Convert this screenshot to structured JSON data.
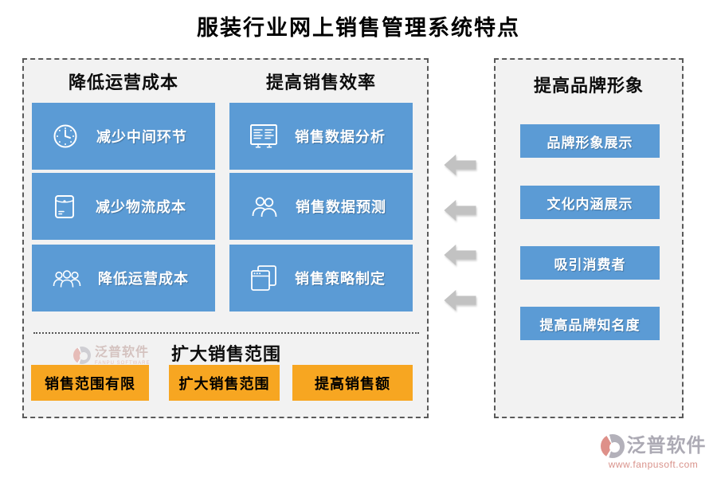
{
  "title": "服装行业网上销售管理系统特点",
  "left_panel": {
    "columns": [
      {
        "header": "降低运营成本",
        "items": [
          {
            "icon": "clock-icon",
            "label": "减少中间环节"
          },
          {
            "icon": "package-icon",
            "label": "减少物流成本"
          },
          {
            "icon": "people-group-icon",
            "label": "降低运营成本"
          }
        ]
      },
      {
        "header": "提高销售效率",
        "items": [
          {
            "icon": "chart-board-icon",
            "label": "销售数据分析"
          },
          {
            "icon": "two-users-icon",
            "label": "销售数据预测"
          },
          {
            "icon": "stacked-windows-icon",
            "label": "销售策略制定"
          }
        ]
      }
    ],
    "expand_section": {
      "header": "扩大销售范围",
      "items": [
        {
          "label": "销售范围有限"
        },
        {
          "label": "扩大销售范围"
        },
        {
          "label": "提高销售额"
        }
      ]
    }
  },
  "right_panel": {
    "header": "提高品牌形象",
    "items": [
      {
        "label": "品牌形象展示"
      },
      {
        "label": "文化内涵展示"
      },
      {
        "label": "吸引消费者"
      },
      {
        "label": "提高品牌知名度"
      }
    ]
  },
  "arrows": {
    "count": 4,
    "direction": "left"
  },
  "branding": {
    "brand": "泛普软件",
    "brand_sub": "FANPU SOFTWARE",
    "url": "www.fanpusoft.com"
  },
  "colors": {
    "box_blue": "#5B9BD5",
    "box_orange": "#F7A621",
    "panel_bg": "#F2F2F2",
    "arrow_gray": "#C2C2C2",
    "brand_salmon": "#DE9089",
    "brand_gray": "#ACAAB4"
  }
}
